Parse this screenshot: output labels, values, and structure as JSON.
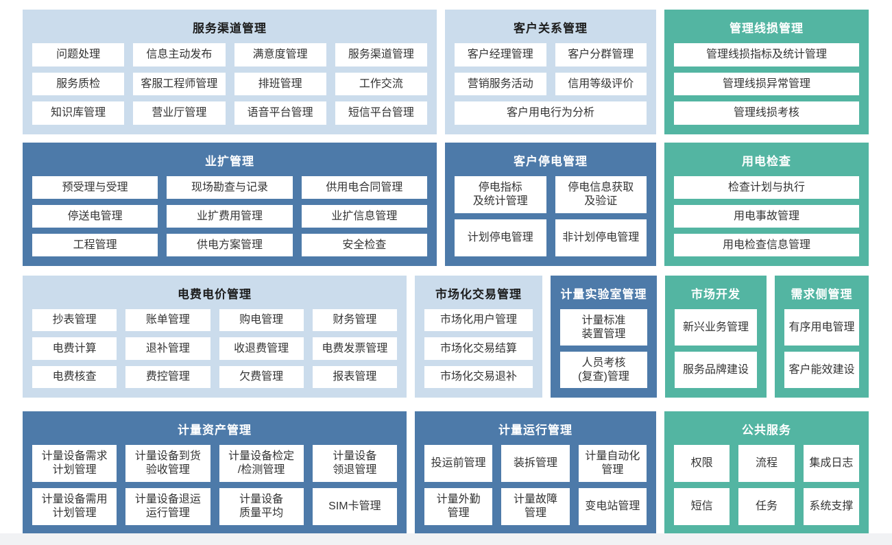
{
  "colors": {
    "light_blue_block": "#cbdcec",
    "dark_blue_block": "#4d7aa9",
    "teal_block": "#53b5a2",
    "item_box": "#ffffff",
    "item_text": "#333333",
    "title_on_light": "#1c1c1c",
    "title_on_dark": "#ffffff",
    "footer_strip": "#f1f2f4"
  },
  "blocks": [
    {
      "title": "服务渠道管理",
      "theme": "light-blue",
      "items": [
        "问题处理",
        "信息主动发布",
        "满意度管理",
        "服务渠道管理",
        "服务质检",
        "客服工程师管理",
        "排班管理",
        "工作交流",
        "知识库管理",
        "营业厅管理",
        "语音平台管理",
        "短信平台管理"
      ]
    },
    {
      "title": "客户关系管理",
      "theme": "light-blue",
      "items": [
        "客户经理管理",
        "客户分群管理",
        "营销服务活动",
        "信用等级评价",
        "客户用电行为分析"
      ]
    },
    {
      "title": "管理线损管理",
      "theme": "teal",
      "items": [
        "管理线损指标及统计管理",
        "管理线损异常管理",
        "管理线损考核"
      ]
    },
    {
      "title": "业扩管理",
      "theme": "dark-blue",
      "items": [
        "预受理与受理",
        "现场勘查与记录",
        "供用电合同管理",
        "停送电管理",
        "业扩费用管理",
        "业扩信息管理",
        "工程管理",
        "供电方案管理",
        "安全检查"
      ]
    },
    {
      "title": "客户停电管理",
      "theme": "dark-blue",
      "items": [
        "停电指标\n及统计管理",
        "停电信息获取\n及验证",
        "计划停电管理",
        "非计划停电管理"
      ]
    },
    {
      "title": "用电检查",
      "theme": "teal",
      "items": [
        "检查计划与执行",
        "用电事故管理",
        "用电检查信息管理"
      ]
    },
    {
      "title": "电费电价管理",
      "theme": "light-blue",
      "items": [
        "抄表管理",
        "账单管理",
        "购电管理",
        "财务管理",
        "电费计算",
        "退补管理",
        "收退费管理",
        "电费发票管理",
        "电费核查",
        "费控管理",
        "欠费管理",
        "报表管理"
      ]
    },
    {
      "title": "市场化交易管理",
      "theme": "light-blue",
      "items": [
        "市场化用户管理",
        "市场化交易结算",
        "市场化交易退补"
      ]
    },
    {
      "title": "计量实验室管理",
      "theme": "dark-blue",
      "items": [
        "计量标准\n装置管理",
        "人员考核\n(复查)管理"
      ]
    },
    {
      "title": "市场开发",
      "theme": "teal",
      "items": [
        "新兴业务管理",
        "服务品牌建设"
      ]
    },
    {
      "title": "需求侧管理",
      "theme": "teal",
      "items": [
        "有序用电管理",
        "客户能效建设"
      ]
    },
    {
      "title": "计量资产管理",
      "theme": "dark-blue",
      "items": [
        "计量设备需求\n计划管理",
        "计量设备到货\n验收管理",
        "计量设备检定\n/检测管理",
        "计量设备\n领退管理",
        "计量设备需用\n计划管理",
        "计量设备退运\n运行管理",
        "计量设备\n质量平均",
        "SIM卡管理"
      ]
    },
    {
      "title": "计量运行管理",
      "theme": "dark-blue",
      "items": [
        "投运前管理",
        "装拆管理",
        "计量自动化\n管理",
        "计量外勤\n管理",
        "计量故障\n管理",
        "变电站管理"
      ]
    },
    {
      "title": "公共服务",
      "theme": "teal",
      "items": [
        "权限",
        "流程",
        "集成日志",
        "短信",
        "任务",
        "系统支撑"
      ]
    }
  ]
}
